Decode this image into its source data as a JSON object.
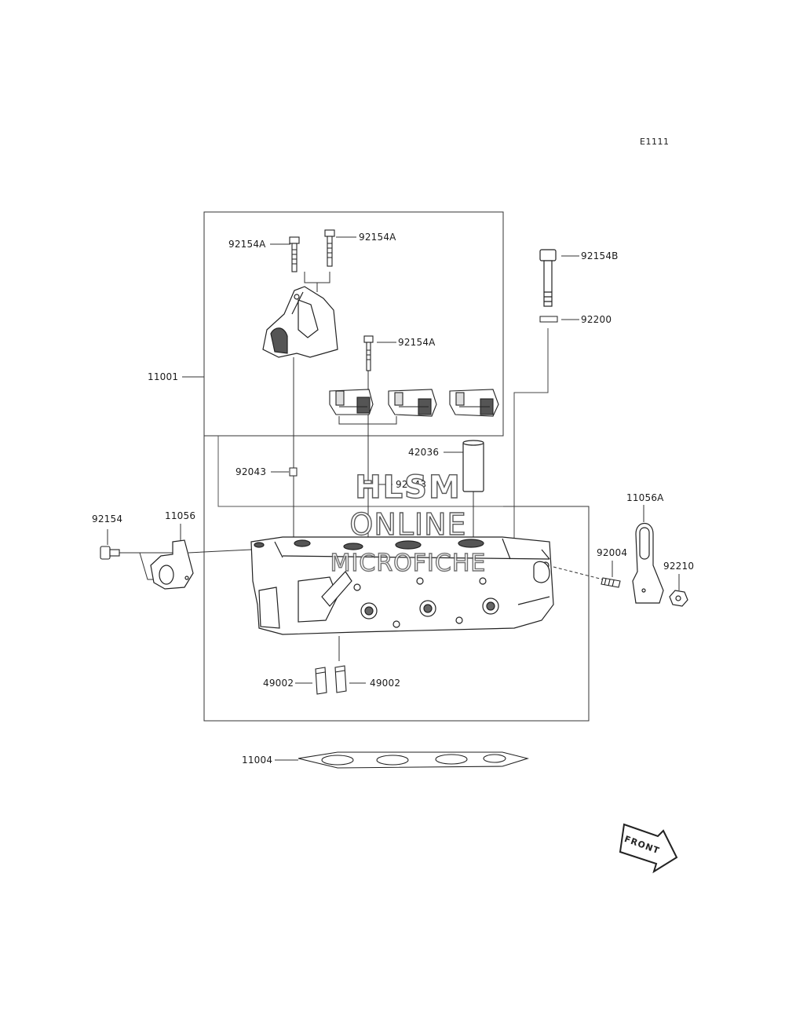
{
  "diagram": {
    "code": "E1111",
    "front_label": "FRONT",
    "watermark": {
      "line1": "HLSM",
      "line2": "ONLINE",
      "line3": "MICROFICHE"
    },
    "labels": {
      "p92154A_1": "92154A",
      "p92154A_2": "92154A",
      "p92154A_3": "92154A",
      "p92154B": "92154B",
      "p92200": "92200",
      "p11001": "11001",
      "p42036": "42036",
      "p92043_1": "92043",
      "p92043_2": "92043",
      "p92154": "92154",
      "p11056": "11056",
      "p11056A": "11056A",
      "p92004": "92004",
      "p92210": "92210",
      "p49002_1": "49002",
      "p49002_2": "49002",
      "p11004": "11004"
    }
  }
}
